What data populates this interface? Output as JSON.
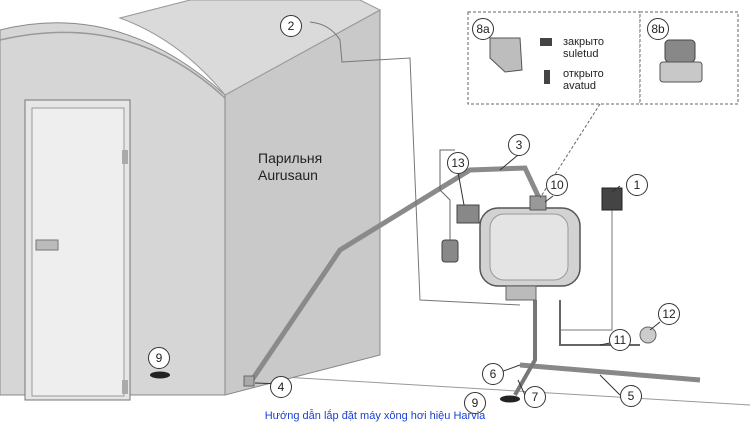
{
  "room_label": {
    "line1": "Парильня",
    "line2": "Aurusaun"
  },
  "valve_states": {
    "closed_ru": "закрыто",
    "closed_et": "suletud",
    "open_ru": "открыто",
    "open_et": "avatud"
  },
  "callouts": {
    "c1": "1",
    "c2": "2",
    "c3": "3",
    "c4": "4",
    "c5": "5",
    "c6": "6",
    "c7": "7",
    "c8a": "8a",
    "c8b": "8b",
    "c9a": "9",
    "c9b": "9",
    "c10": "10",
    "c11": "11",
    "c12": "12",
    "c13": "13"
  },
  "caption": "Hướng dẫn lắp đặt máy xông hơi hiệu Harvia",
  "colors": {
    "wall": "#d4d4d4",
    "wall_dark": "#bcbcbc",
    "line": "#555555",
    "caption": "#1a3fd6"
  }
}
